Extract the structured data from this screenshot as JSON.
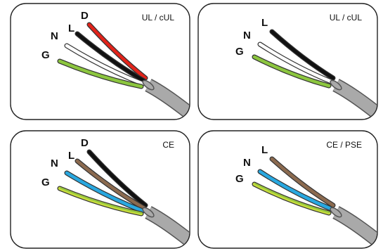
{
  "panels": [
    {
      "standard": "UL / cUL",
      "wires": [
        {
          "letter": "D",
          "color": "#e2231a"
        },
        {
          "letter": "L",
          "color": "#111111"
        },
        {
          "letter": "N",
          "color": "#ffffff"
        },
        {
          "letter": "G",
          "color": "#8cc63f"
        }
      ]
    },
    {
      "standard": "UL / cUL",
      "wires": [
        {
          "letter": "L",
          "color": "#111111"
        },
        {
          "letter": "N",
          "color": "#ffffff"
        },
        {
          "letter": "G",
          "color": "#8cc63f"
        }
      ]
    },
    {
      "standard": "CE",
      "wires": [
        {
          "letter": "D",
          "color": "#111111"
        },
        {
          "letter": "L",
          "color": "#8b6a4f"
        },
        {
          "letter": "N",
          "color": "#29a8e0"
        },
        {
          "letter": "G",
          "color": "#c8dc3c",
          "stripe": "#8cc63f"
        }
      ]
    },
    {
      "standard": "CE / PSE",
      "wires": [
        {
          "letter": "L",
          "color": "#8b6a4f"
        },
        {
          "letter": "N",
          "color": "#29a8e0"
        },
        {
          "letter": "G",
          "color": "#c8dc3c",
          "stripe": "#8cc63f"
        }
      ]
    }
  ]
}
